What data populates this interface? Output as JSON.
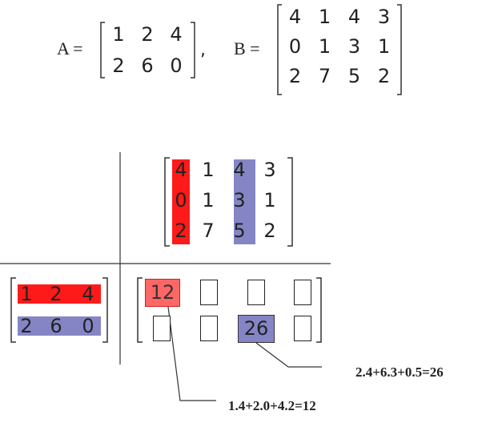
{
  "definitions": {
    "a_label": "A =",
    "b_label": "B =",
    "separator": ",",
    "A": [
      [
        "1",
        "2",
        "4"
      ],
      [
        "2",
        "6",
        "0"
      ]
    ],
    "B": [
      [
        "4",
        "1",
        "4",
        "3"
      ],
      [
        "0",
        "1",
        "3",
        "1"
      ],
      [
        "2",
        "7",
        "5",
        "2"
      ]
    ]
  },
  "product": {
    "B": [
      [
        "4",
        "1",
        "4",
        "3"
      ],
      [
        "0",
        "1",
        "3",
        "1"
      ],
      [
        "2",
        "7",
        "5",
        "2"
      ]
    ],
    "A": [
      [
        "1",
        "2",
        "4"
      ],
      [
        "2",
        "6",
        "0"
      ]
    ],
    "result_11": "12",
    "result_23": "26"
  },
  "annotations": {
    "red_calc": "1.4+2.0+4.2=12",
    "blue_calc": "2.4+6.3+0.5=26"
  },
  "colors": {
    "red_highlight": "#ff1a1a",
    "blue_highlight": "#8585c6",
    "red_box": "#ff6666"
  }
}
